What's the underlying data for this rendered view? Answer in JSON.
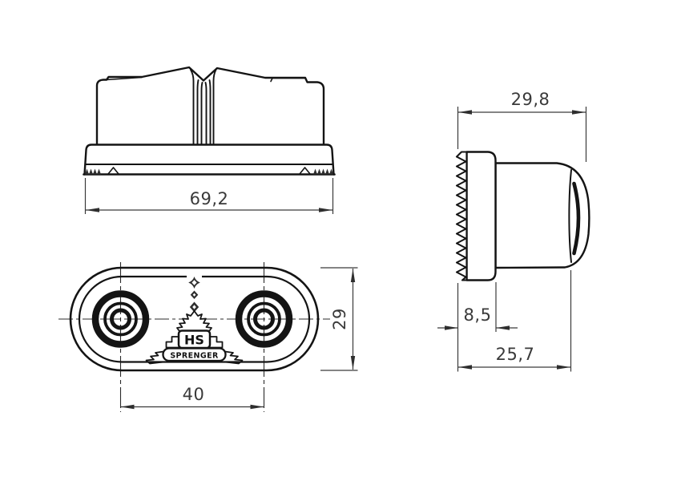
{
  "dims": {
    "front_width": "69,2",
    "side_total_depth": "29,8",
    "side_plate_depth": "8,5",
    "side_body_depth": "25,7",
    "top_hole_spacing": "40",
    "top_height": "29"
  },
  "logo": {
    "monogram": "HS",
    "brand": "SPRENGER"
  },
  "colors": {
    "background": "#ffffff",
    "outline": "#141414",
    "dimension": "#3a3a3a"
  }
}
